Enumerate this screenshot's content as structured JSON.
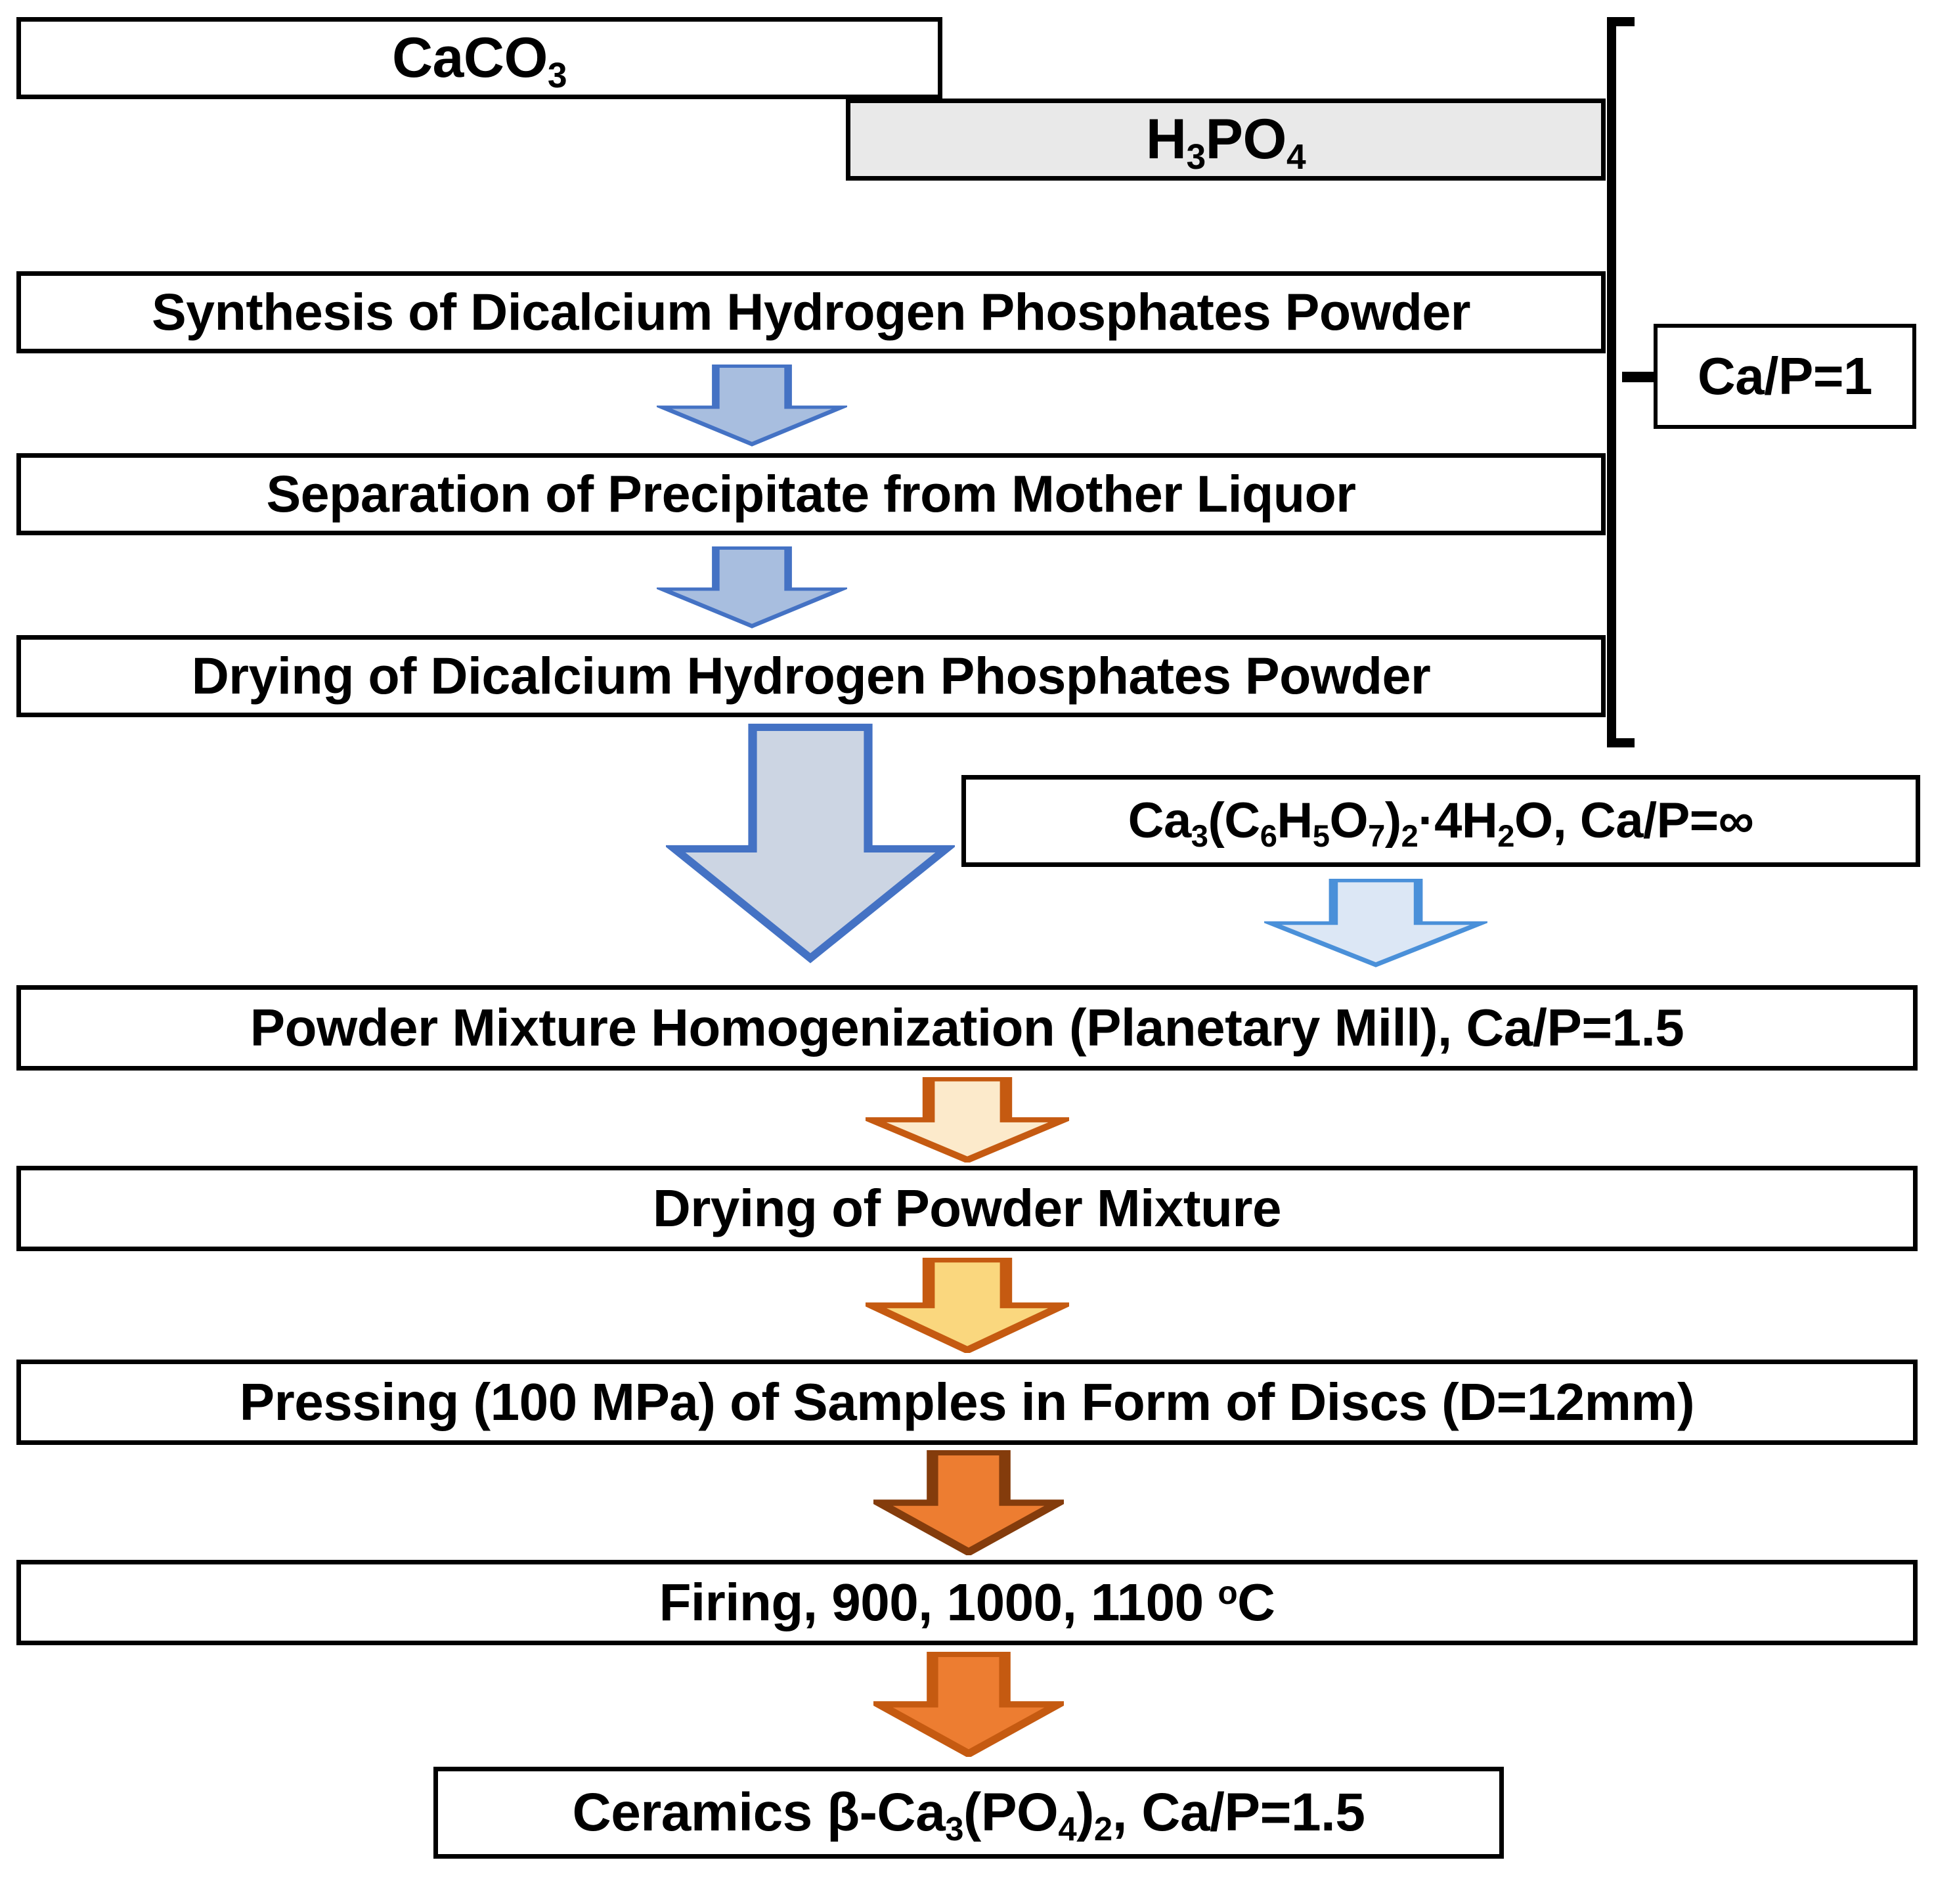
{
  "diagram": {
    "title": "Ceramics processing flowchart",
    "boxes": [
      {
        "name": "caco3",
        "label": "CaCO3",
        "label_html": "CaCO<sub>3</sub>"
      },
      {
        "name": "h3po4",
        "label": "H3PO4",
        "label_html": "H<sub>3</sub>PO<sub>4</sub>"
      },
      {
        "name": "synthesis",
        "label": "Synthesis of Dicalcium Hydrogen Phosphates Powder"
      },
      {
        "name": "separation",
        "label": "Separation of Precipitate from Mother Liquor"
      },
      {
        "name": "drying-powder",
        "label": "Drying of Dicalcium Hydrogen Phosphates Powder"
      },
      {
        "name": "calcium-citrate",
        "label": "Ca3(C6H5O7)2·4H2O, Ca/P=∞",
        "label_html": "Ca<sub>3</sub>(C<sub>6</sub>H<sub>5</sub>O<sub>7</sub>)<sub>2</sub>&middot;4H<sub>2</sub>O, Ca/P=&infin;"
      },
      {
        "name": "ca-p-ratio",
        "label": "Ca/P=1"
      },
      {
        "name": "homogenization",
        "label": "Powder Mixture Homogenization (Planetary Mill), Ca/P=1.5"
      },
      {
        "name": "drying-mixture",
        "label": "Drying of Powder Mixture"
      },
      {
        "name": "pressing",
        "label": "Pressing (100 MPa) of Samples in Form of Discs (D=12mm)"
      },
      {
        "name": "firing",
        "label": "Firing, 900, 1000, 1100 oC",
        "label_html": "Firing, 900, 1000, 1100 <sup>o</sup>C"
      },
      {
        "name": "ceramics",
        "label": "Ceramics β-Ca3(PO4)2, Ca/P=1.5",
        "label_html": "Ceramics &beta;-Ca<sub>3</sub>(PO<sub>4</sub>)<sub>2</sub>, Ca/P=1.5"
      }
    ],
    "arrows": [
      {
        "name": "arrow-synthesis-to-separation",
        "kind": "down-arrow",
        "fill": "#A8BEDF",
        "stroke": "#4472C4"
      },
      {
        "name": "arrow-separation-to-drying",
        "kind": "down-arrow",
        "fill": "#A8BEDF",
        "stroke": "#4472C4"
      },
      {
        "name": "arrow-drying-to-homogenization",
        "kind": "down-arrow",
        "fill": "#CCD5E3",
        "stroke": "#4472C4"
      },
      {
        "name": "arrow-citrate-to-homogenization",
        "kind": "down-arrow",
        "fill": "#DCE7F5",
        "stroke": "#4A90D9"
      },
      {
        "name": "arrow-homogenization-to-drying",
        "kind": "down-arrow",
        "fill": "#FCEACB",
        "stroke": "#C55A11"
      },
      {
        "name": "arrow-drying-to-pressing",
        "kind": "down-arrow",
        "fill": "#FAD77E",
        "stroke": "#C55A11"
      },
      {
        "name": "arrow-pressing-to-firing",
        "kind": "down-arrow",
        "fill": "#ED7D31",
        "stroke": "#843C0C"
      },
      {
        "name": "arrow-firing-to-ceramics",
        "kind": "down-arrow",
        "fill": "#ED7D31",
        "stroke": "#C55A11"
      }
    ],
    "bracket": {
      "name": "ca-p-bracket",
      "label": "Ca/P=1 grouping bracket"
    },
    "colors": {
      "box_border": "#000000",
      "box_fill": "#FFFFFF",
      "shaded_box_fill": "#E9E9E9",
      "blue_arrow_fill": "#A8BEDF",
      "blue_arrow_stroke": "#4472C4",
      "light_blue_arrow_fill": "#DCE7F5",
      "pale_orange_arrow_fill": "#FCEACB",
      "yellow_arrow_fill": "#FAD77E",
      "orange_arrow_fill": "#ED7D31",
      "orange_arrow_stroke": "#C55A11",
      "dark_orange_stroke": "#843C0C"
    }
  }
}
